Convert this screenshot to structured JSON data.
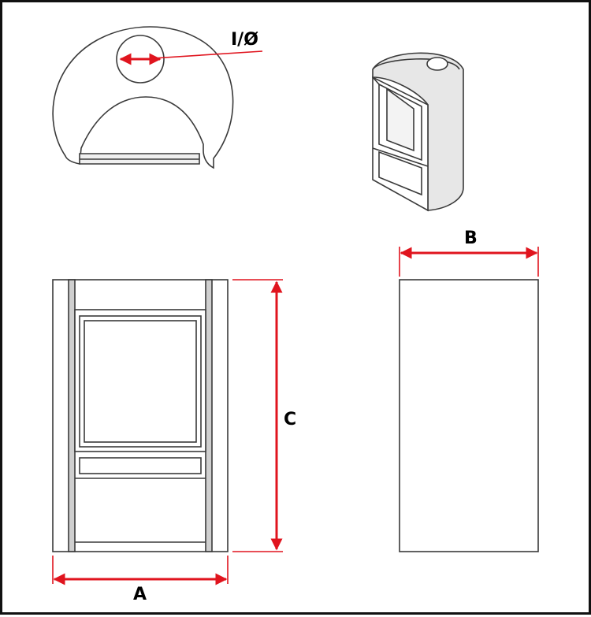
{
  "labels": {
    "diameter": "I/Ø",
    "width": "A",
    "depth": "B",
    "height": "C"
  },
  "colors": {
    "line": "#3a3a3a",
    "dimension": "#e0141e",
    "fill": "#e7e7e7",
    "border": "#111111"
  }
}
